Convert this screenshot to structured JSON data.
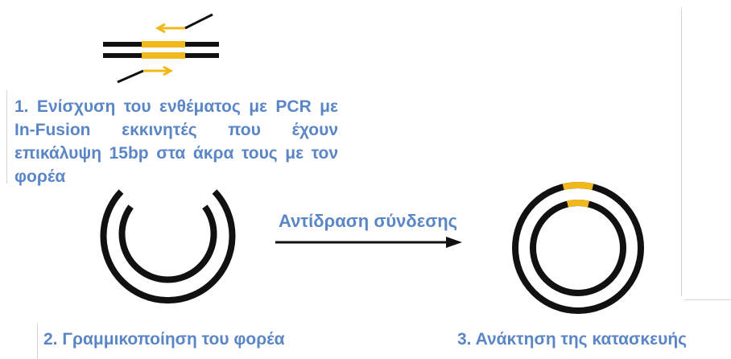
{
  "steps": {
    "step1": "1. Ενίσχυση του ενθέματος με PCR με In-Fusion εκκινητές που έχουν επικάλυψη 15bp στα άκρα τους με τον φορέα",
    "step2": "2. Γραμμικοποίηση του φορέα",
    "step3": "3. Ανάκτηση της κατασκευής"
  },
  "reaction_label": "Αντίδραση σύνδεσης",
  "colors": {
    "text": "#5b86c6",
    "dna": "#111111",
    "insert": "#f0b81a",
    "frame": "#d4d4d4"
  }
}
